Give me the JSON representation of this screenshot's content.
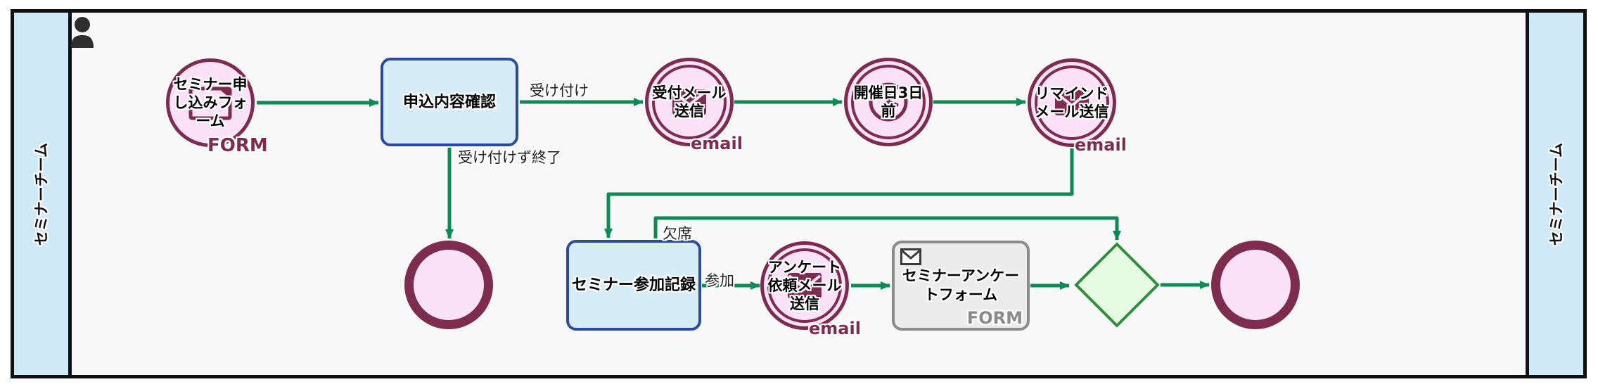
{
  "lanes": {
    "left": {
      "label": "セミナーチーム"
    },
    "right": {
      "label": "セミナーチーム"
    }
  },
  "nodes": {
    "start_form_event": {
      "label": "セミナー申し込みフォーム",
      "badge": "FORM"
    },
    "confirm_task": {
      "label": "申込内容確認"
    },
    "accept_mail_event": {
      "label": "受付メール送信",
      "badge": "email"
    },
    "timer_event": {
      "label": "開催日3日前"
    },
    "remind_mail_event": {
      "label": "リマインドメール送信",
      "badge": "email"
    },
    "record_task": {
      "label": "セミナー参加記録"
    },
    "survey_mail_event": {
      "label": "アンケート依頼メール送信",
      "badge": "email"
    },
    "survey_form_task": {
      "label": "セミナーアンケートフォーム",
      "badge": "FORM"
    }
  },
  "edge_labels": {
    "accepted": {
      "label": "受け付け"
    },
    "rejected": {
      "label": "受け付けず終了"
    },
    "absent": {
      "label": "欠席"
    },
    "attended": {
      "label": "参加"
    }
  },
  "colors": {
    "edge": "#0e8a56",
    "maroon": "#7d2c4d",
    "pink": "#fbe2f8",
    "task-border": "#2a4ba0",
    "task-fill": "#d6edf8",
    "lane-fill": "#cfe9f7",
    "gw-border": "#2f8f3d",
    "gw-fill": "#e6fae4",
    "gray-border": "#8b8b8b",
    "gray-fill": "#ececec",
    "gray-text": "#8a8a8a",
    "canvas": "#f8f8f8",
    "frame": "#111111",
    "icon-dark": "#2e2e2e"
  }
}
